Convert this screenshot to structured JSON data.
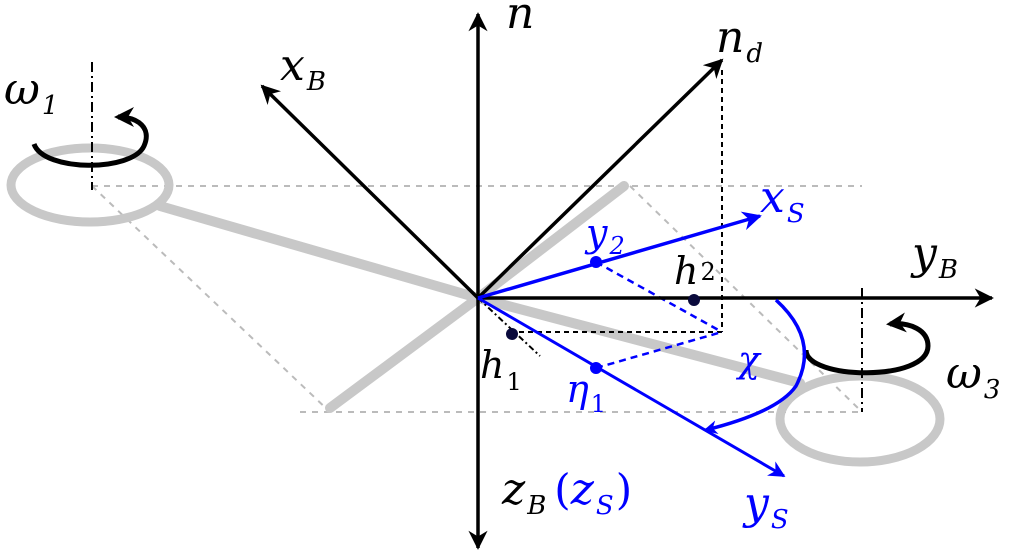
{
  "diagram": {
    "axes": {
      "n": {
        "symbol": "n"
      },
      "n_d": {
        "symbol": "n",
        "subscript": "d"
      },
      "x_B": {
        "symbol": "x",
        "subscript": "B"
      },
      "y_B": {
        "symbol": "y",
        "subscript": "B"
      },
      "z_B": {
        "symbol": "z",
        "subscript": "B",
        "alt_symbol": "z",
        "alt_subscript": "S",
        "open_paren": "(",
        "close_paren": ")"
      },
      "x_S": {
        "symbol": "x",
        "subscript": "S"
      },
      "y_S": {
        "symbol": "y",
        "subscript": "S"
      }
    },
    "rotors": {
      "left": {
        "symbol": "ω",
        "subscript": "1"
      },
      "right": {
        "symbol": "ω",
        "subscript": "3"
      }
    },
    "points": {
      "y2": {
        "symbol": "y",
        "subscript": "2"
      },
      "h2": {
        "symbol": "h",
        "subscript": "2"
      },
      "h1": {
        "symbol": "h",
        "subscript": "1"
      },
      "eta1": {
        "symbol": "η",
        "subscript": "1"
      }
    },
    "angle": {
      "symbol": "χ"
    },
    "colors": {
      "black": "#000000",
      "blue": "#0000ff",
      "navy": "#0a0a3c",
      "frame_gray": "#c8c8c8",
      "dashed_gray": "#bbbbbb"
    }
  }
}
